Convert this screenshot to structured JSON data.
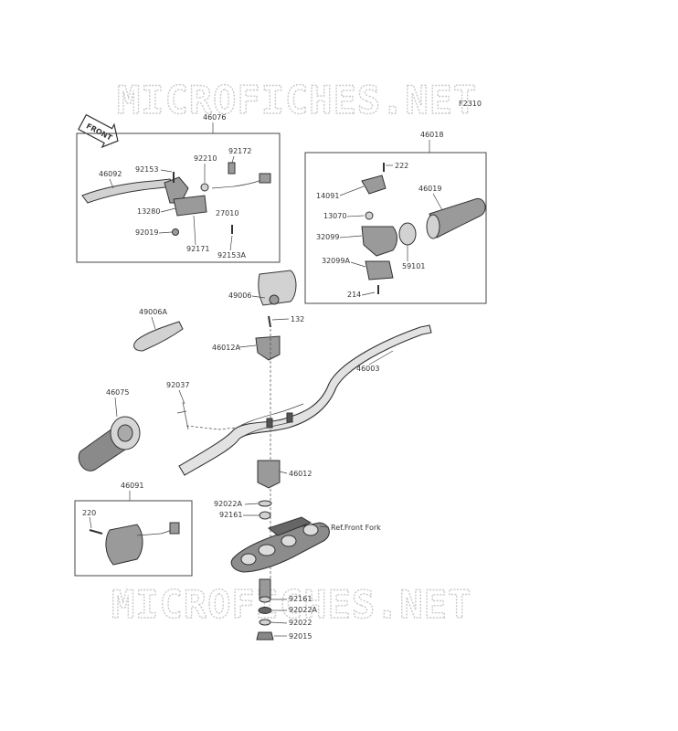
{
  "watermark": "MICROFICHES.NET",
  "figure_code": "F2310",
  "front_label": "FRONT",
  "labels": {
    "p46076": "46076",
    "p92172": "92172",
    "p92153": "92153",
    "p92210": "92210",
    "p46092": "46092",
    "p13280": "13280",
    "p27010": "27010",
    "p92019": "92019",
    "p92171": "92171",
    "p92153A": "92153A",
    "p46018": "46018",
    "p222": "222",
    "p46019": "46019",
    "p14091": "14091",
    "p13070": "13070",
    "p32099": "32099",
    "p32099A": "32099A",
    "p59101": "59101",
    "p214": "214",
    "p49006A": "49006A",
    "p49006": "49006",
    "p132": "132",
    "p46012A": "46012A",
    "p46003": "46003",
    "p92037": "92037",
    "p46075": "46075",
    "p46012": "46012",
    "p46091": "46091",
    "p220": "220",
    "p92022A": "92022A",
    "p92161": "92161",
    "ref_front_fork": "Ref.Front Fork",
    "p92161b": "92161",
    "p92022Ab": "92022A",
    "p92022": "92022",
    "p92015": "92015"
  }
}
